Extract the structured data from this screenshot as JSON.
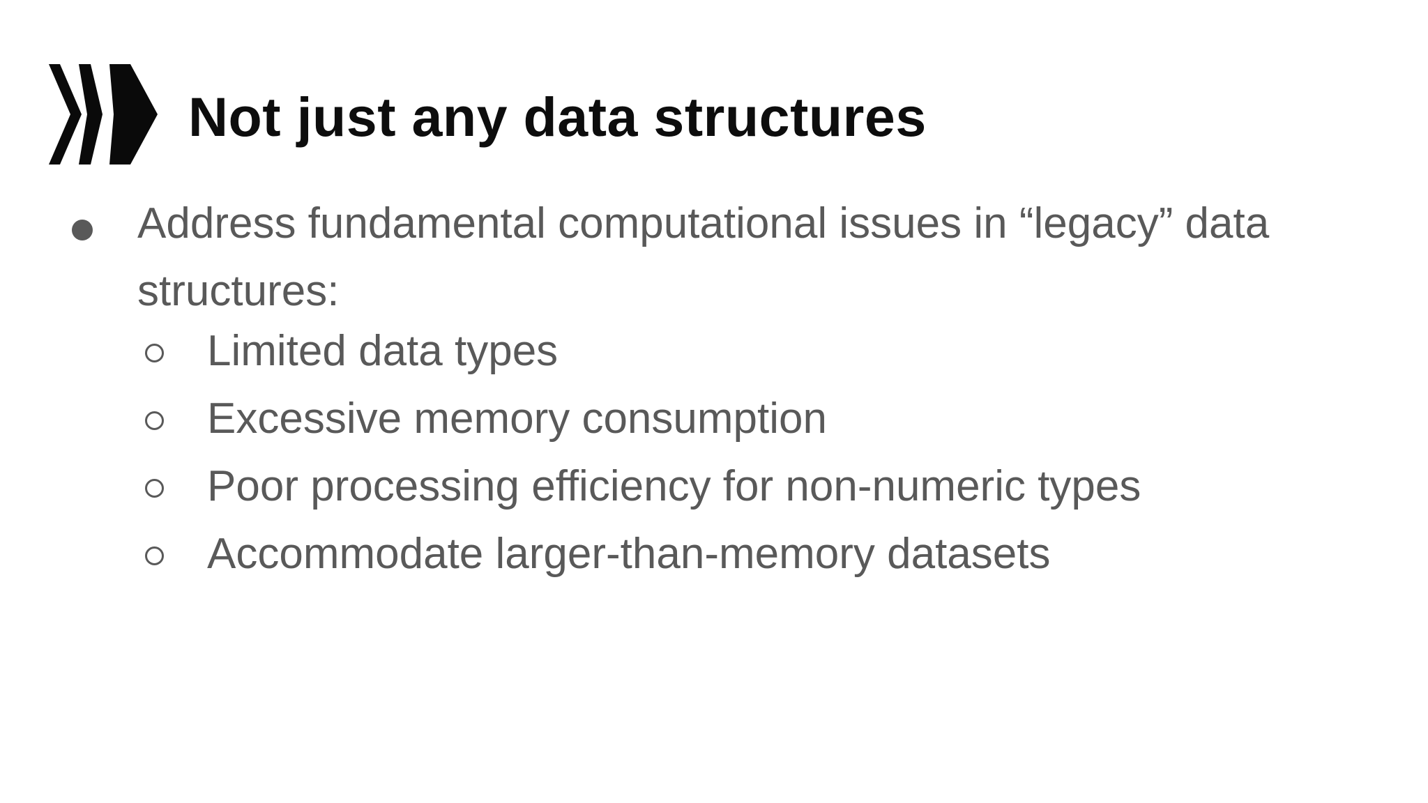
{
  "slide": {
    "title": "Not just any data structures",
    "logo_icon": "triple-chevron-right-icon",
    "bullet": {
      "text": "Address fundamental computational issues in “legacy” data structures:",
      "sub_items": [
        "Limited data types",
        "Excessive memory consumption",
        "Poor processing efficiency for non-numeric types",
        "Accommodate larger-than-memory datasets"
      ]
    },
    "colors": {
      "background": "#ffffff",
      "title_text": "#0d0d0d",
      "body_text": "#595959",
      "logo": "#0a0a0a"
    }
  }
}
